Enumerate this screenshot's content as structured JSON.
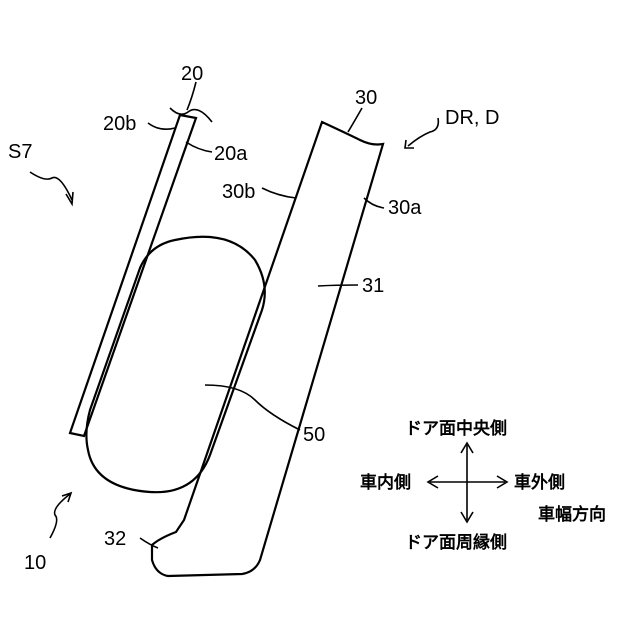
{
  "labels": {
    "ref_20": "20",
    "ref_20a": "20a",
    "ref_20b": "20b",
    "ref_30": "30",
    "ref_30a": "30a",
    "ref_30b": "30b",
    "ref_31": "31",
    "ref_32": "32",
    "ref_50": "50",
    "ref_10": "10",
    "ref_s7": "S7",
    "ref_dr": "DR, D"
  },
  "directions": {
    "up": "ドア面中央側",
    "down": "ドア面周縁側",
    "left": "車内側",
    "right": "車外側",
    "right_sub": "車幅方向"
  }
}
